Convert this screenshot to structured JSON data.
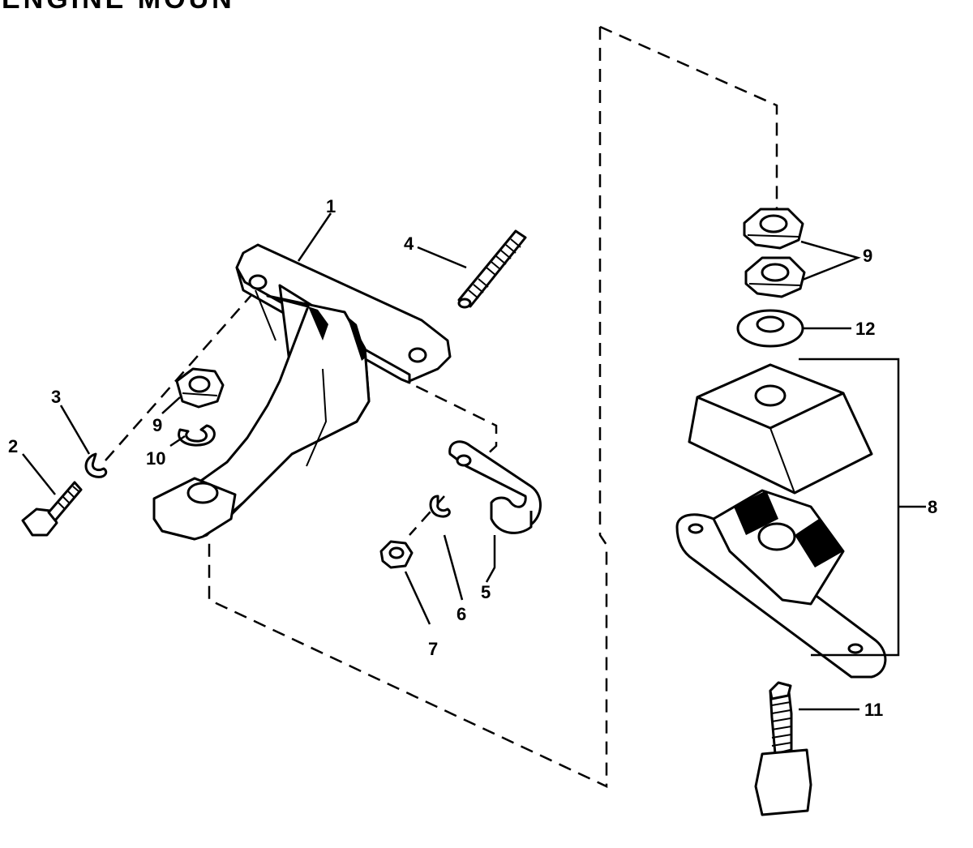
{
  "title": "ENGINE MOUN",
  "callouts": {
    "c1": "1",
    "c2": "2",
    "c3": "3",
    "c4": "4",
    "c5": "5",
    "c6": "6",
    "c7": "7",
    "c8": "8",
    "c9a": "9",
    "c9b": "9",
    "c10": "10",
    "c11": "11",
    "c12": "12"
  }
}
